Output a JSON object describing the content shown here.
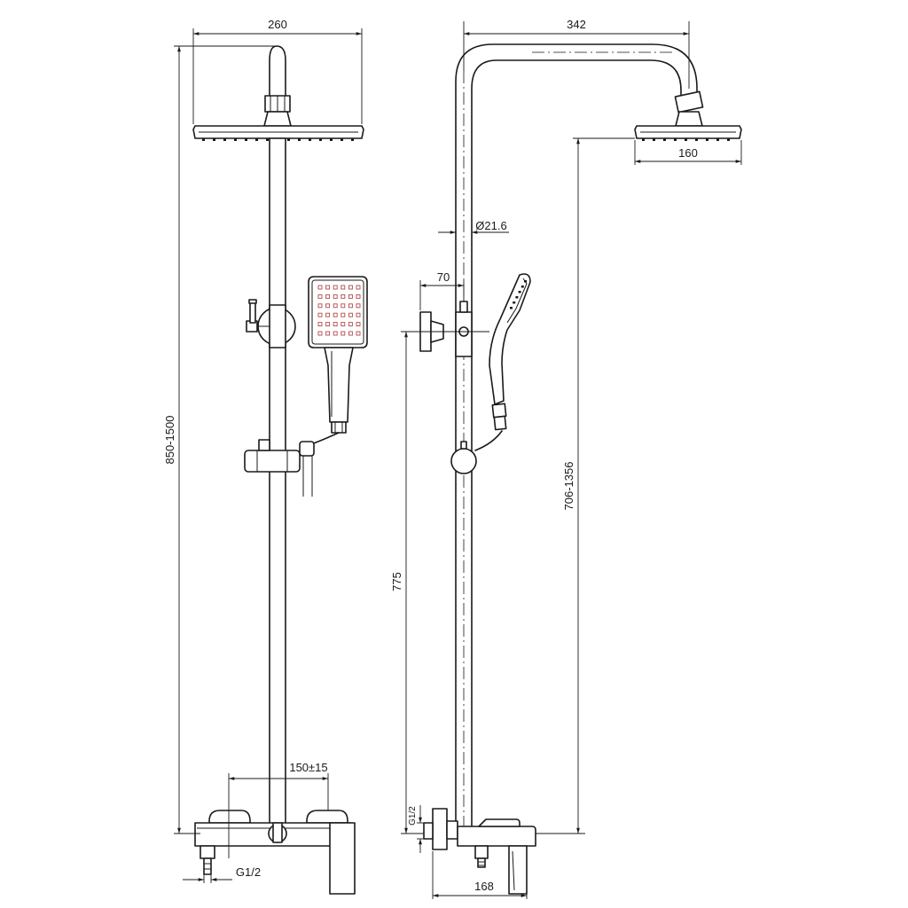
{
  "drawing": {
    "views": [
      "front-view",
      "side-view"
    ],
    "front_view": {
      "head_width": "260",
      "total_height": "850-1500",
      "inlet_spacing": "150±15",
      "inlet_thread": "G1/2"
    },
    "side_view": {
      "arm_reach": "342",
      "head_diameter": "160",
      "pipe_diameter": "Ø21.6",
      "knob_offset": "70",
      "holder_height": "775",
      "head_height": "706-1356",
      "inlet_thread": "G1/2",
      "body_depth": "168"
    }
  }
}
